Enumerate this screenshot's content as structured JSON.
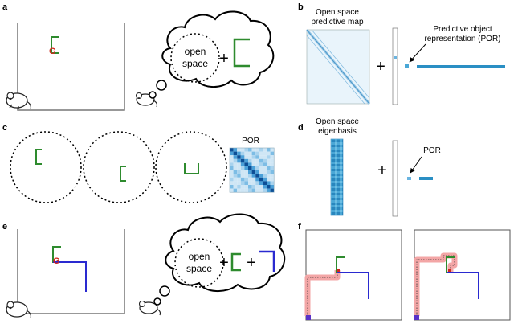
{
  "panels": {
    "a": {
      "label": "a",
      "goal": "G",
      "thought_word_1": "open",
      "thought_word_2": "space",
      "plus": "+"
    },
    "b": {
      "label": "b",
      "map_line_1": "Open space",
      "map_line_2": "predictive map",
      "plus": "+",
      "por_line_1": "Predictive object",
      "por_line_2": "representation (POR)"
    },
    "c": {
      "label": "c",
      "matrix_title": "POR"
    },
    "d": {
      "label": "d",
      "basis_line_1": "Open space",
      "basis_line_2": "eigenbasis",
      "plus": "+",
      "por_label": "POR"
    },
    "e": {
      "label": "e",
      "goal": "G",
      "thought_word_1": "open",
      "thought_word_2": "space",
      "plus": "+"
    },
    "f": {
      "label": "f"
    }
  },
  "colors": {
    "object_green": "#2e8b2e",
    "object_blue": "#2a2ad0",
    "goal_red": "#d0281e",
    "matrix_blue": "#2a8fc4",
    "path_pink": "#f3a6a6",
    "start_purple": "#5a32c8"
  }
}
